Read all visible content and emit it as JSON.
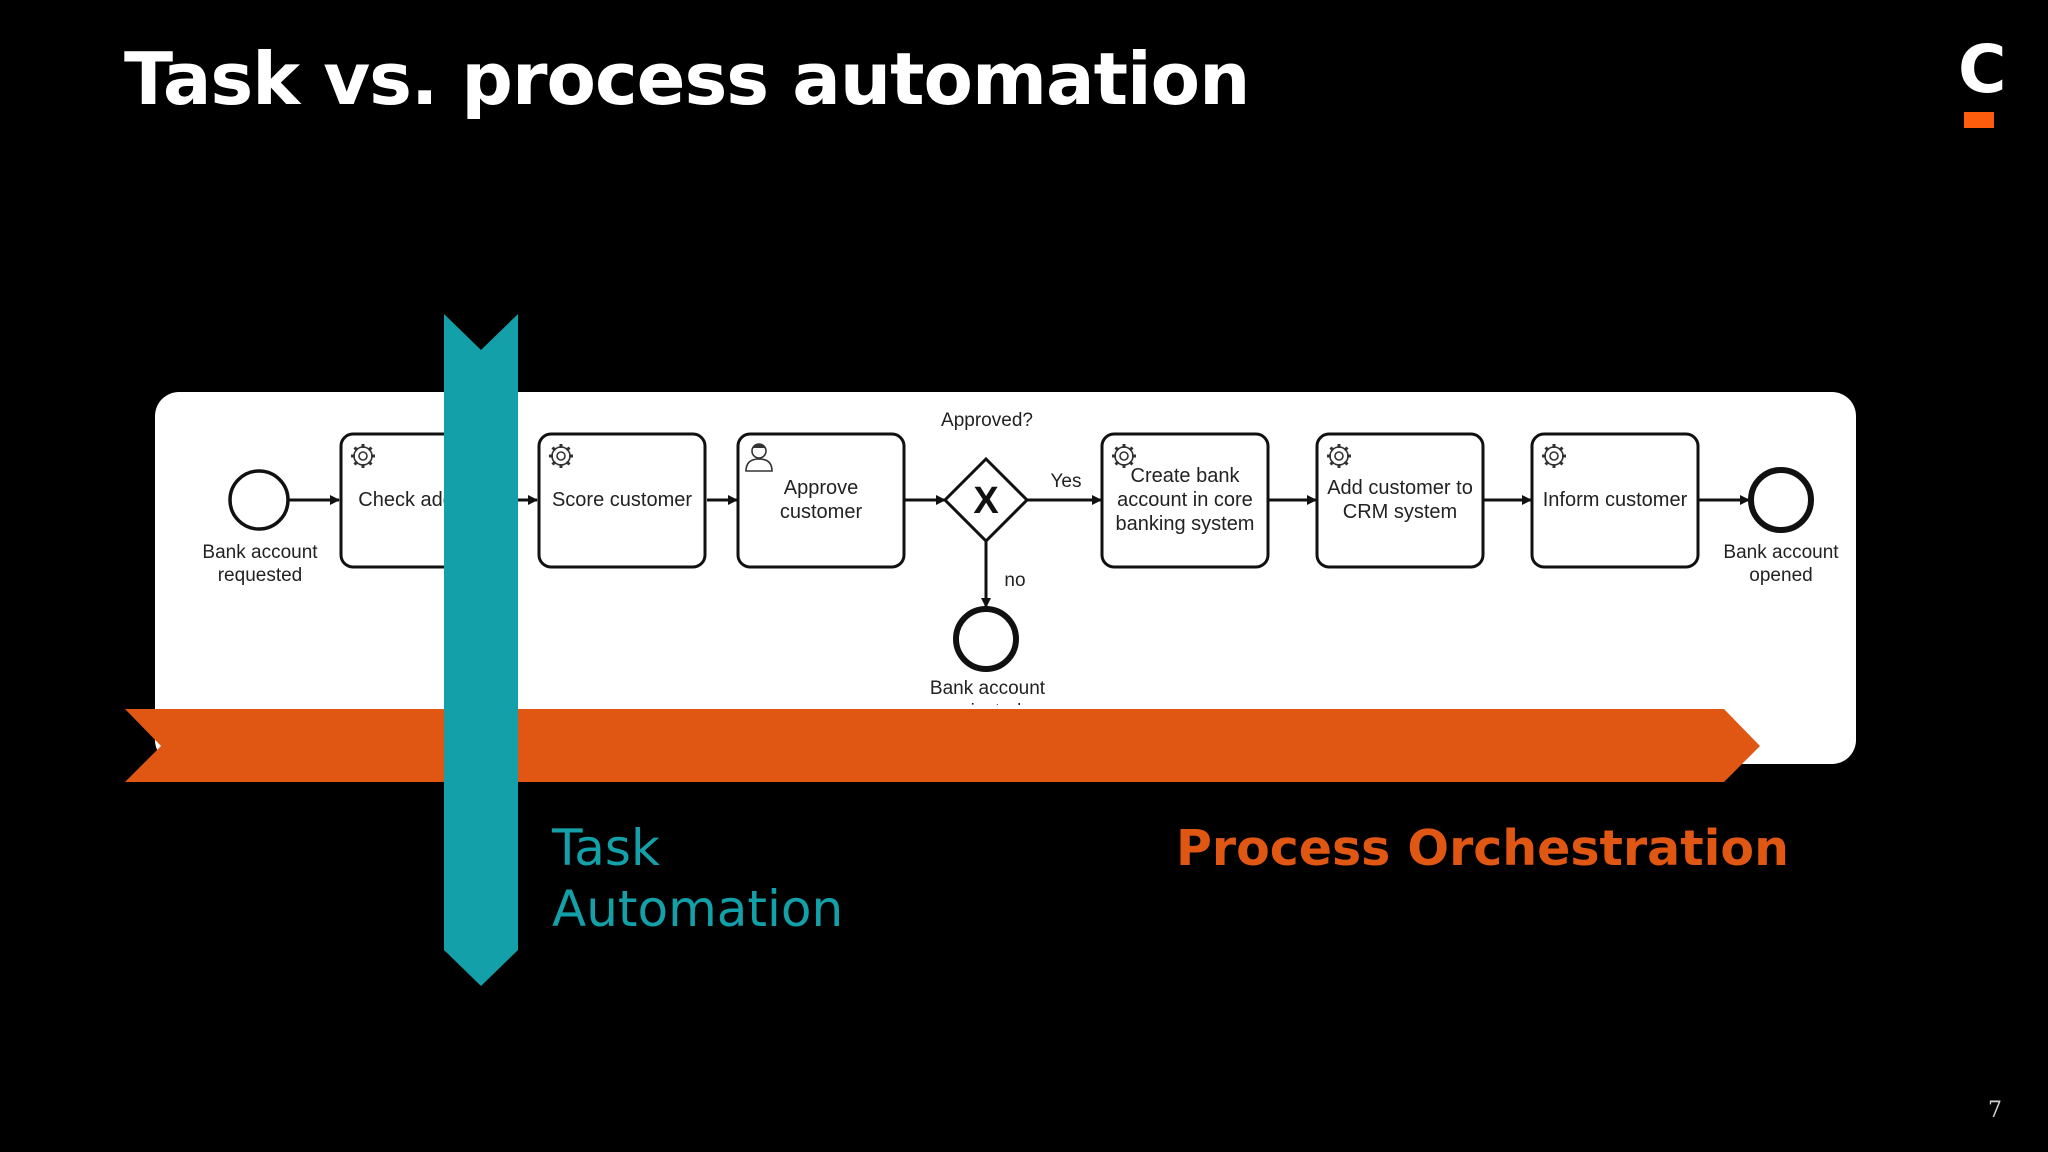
{
  "slide": {
    "title": "Task vs. process automation",
    "page_number": "7"
  },
  "logo": {
    "letter": "C",
    "accent_color": "#fc5d0d"
  },
  "colors": {
    "task_automation": "#13a0a8",
    "process_orchestration": "#e05714",
    "panel": "#ffffff"
  },
  "diagram": {
    "start_event": "Bank account requested",
    "tasks": [
      {
        "id": "check",
        "label": "Check address",
        "type": "service"
      },
      {
        "id": "score",
        "label": "Score customer",
        "type": "service"
      },
      {
        "id": "approve",
        "label": "Approve customer",
        "type": "user"
      },
      {
        "id": "create",
        "label": "Create bank account in core banking system",
        "type": "service"
      },
      {
        "id": "crm",
        "label": "Add customer to CRM system",
        "type": "service"
      },
      {
        "id": "inform",
        "label": "Inform customer",
        "type": "service"
      }
    ],
    "gateway": {
      "label": "Approved?",
      "yes_label": "Yes",
      "no_label": "no"
    },
    "rejected_end_event": "Bank account rejected",
    "end_event": "Bank account opened"
  },
  "labels": {
    "task_automation": "Task Automation",
    "process_orchestration": "Process Orchestration"
  }
}
